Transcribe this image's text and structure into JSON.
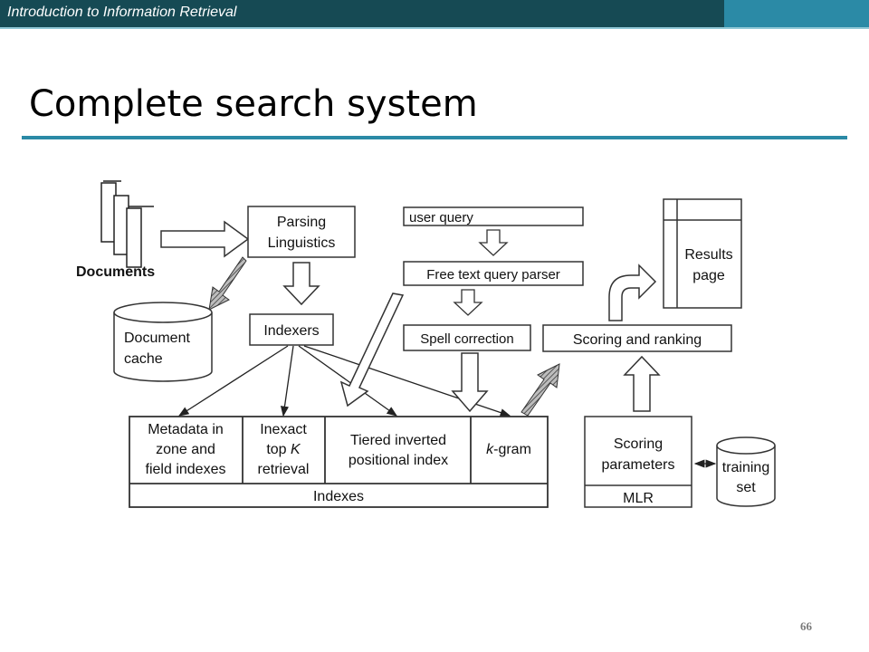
{
  "header": {
    "course": "Introduction to Information Retrieval"
  },
  "slide": {
    "title": "Complete search system",
    "number": "66"
  },
  "diagram": {
    "documents": "Documents",
    "parsing_line1": "Parsing",
    "parsing_line2": "Linguistics",
    "document_cache_line1": "Document",
    "document_cache_line2": "cache",
    "indexers": "Indexers",
    "user_query": "user query",
    "free_text_parser": "Free text query parser",
    "spell_correction": "Spell correction",
    "scoring_ranking": "Scoring and ranking",
    "results_line1": "Results",
    "results_line2": "page",
    "metadata_line1": "Metadata in",
    "metadata_line2": "zone and",
    "metadata_line3": "field indexes",
    "inexact_line1": "Inexact",
    "inexact_line2": "top ",
    "inexact_k": "K",
    "inexact_line3": "retrieval",
    "tiered_line1": "Tiered inverted",
    "tiered_line2": "positional index",
    "kgram_k": "k",
    "kgram_rest": "-gram",
    "indexes": "Indexes",
    "scoring_params_line1": "Scoring",
    "scoring_params_line2": "parameters",
    "mlr": "MLR",
    "training_line1": "training",
    "training_line2": "set"
  }
}
